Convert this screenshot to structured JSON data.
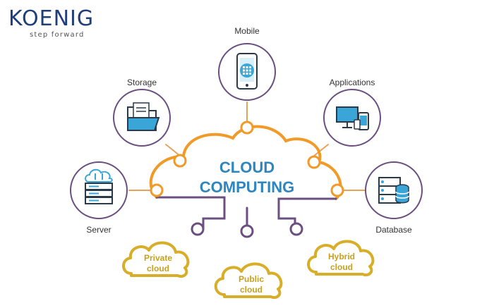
{
  "brand": {
    "name": "KOENIG",
    "tagline": "step forward"
  },
  "diagram": {
    "center_title_line1": "CLOUD",
    "center_title_line2": "COMPUTING",
    "nodes": [
      {
        "id": "mobile",
        "label": "Mobile",
        "icon": "mobile-icon"
      },
      {
        "id": "storage",
        "label": "Storage",
        "icon": "folder-icon"
      },
      {
        "id": "applications",
        "label": "Applications",
        "icon": "devices-icon"
      },
      {
        "id": "server",
        "label": "Server",
        "icon": "server-icon"
      },
      {
        "id": "database",
        "label": "Database",
        "icon": "database-icon"
      }
    ],
    "clouds": [
      {
        "id": "private",
        "line1": "Private",
        "line2": "cloud"
      },
      {
        "id": "public",
        "line1": "Public",
        "line2": "cloud"
      },
      {
        "id": "hybrid",
        "line1": "Hybrid",
        "line2": "cloud"
      }
    ]
  },
  "colors": {
    "cloud_outline": "#f29a28",
    "node_ring": "#6b4f80",
    "icon_blue": "#3aa6d8",
    "title_blue": "#2e86c1",
    "cloud_gold": "#d8ad28",
    "connector_purple": "#6b4f80"
  }
}
